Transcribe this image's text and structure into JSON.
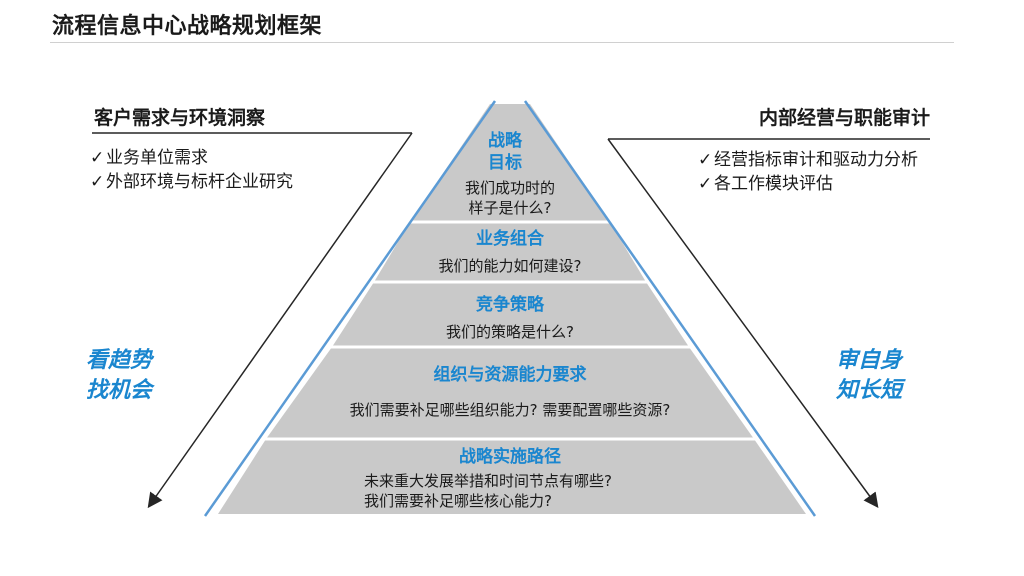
{
  "page": {
    "title": "流程信息中心战略规划框架"
  },
  "left_panel": {
    "heading": "客户需求与环境洞察",
    "items": [
      "业务单位需求",
      "外部环境与标杆企业研究"
    ],
    "slogan": [
      "看趋势",
      "找机会"
    ]
  },
  "right_panel": {
    "heading": "内部经营与职能审计",
    "items": [
      "经营指标审计和驱动力分析",
      "各工作模块评估"
    ],
    "slogan": [
      "审自身",
      "知长短"
    ]
  },
  "check_mark": "✓",
  "pyramid": {
    "tiers": [
      {
        "title": [
          "战略",
          "目标"
        ],
        "text": [
          "我们成功时的",
          "样子是什么?"
        ]
      },
      {
        "title": [
          "业务组合"
        ],
        "text": [
          "我们的能力如何建设?"
        ]
      },
      {
        "title": [
          "竞争策略"
        ],
        "text": [
          "我们的策略是什么?"
        ]
      },
      {
        "title": [
          "组织与资源能力要求"
        ],
        "text": [
          "我们需要补足哪些组织能力? 需要配置哪些资源?"
        ]
      },
      {
        "title": [
          "战略实施路径"
        ],
        "text": [
          "未来重大发展举措和时间节点有哪些?",
          "我们需要补足哪些核心能力?"
        ]
      }
    ]
  },
  "colors": {
    "accent": "#1a86cf",
    "tier_fill": "#c9c9c9",
    "tier_border": "#ffffff",
    "outline": "#5b9bd5",
    "arrow": "#262626"
  }
}
